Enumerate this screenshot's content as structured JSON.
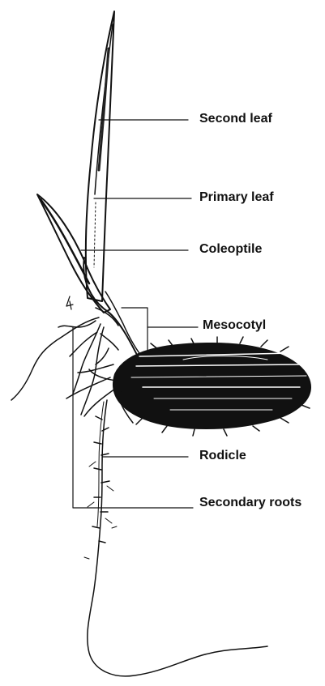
{
  "labels": {
    "second_leaf": "Second leaf",
    "primary_leaf": "Primary leaf",
    "coleoptile": "Coleoptile",
    "mesocotyl": "Mesocotyl",
    "rodicle": "Rodicle",
    "secondary_roots": "Secondary roots"
  },
  "colors": {
    "ink": "#111111",
    "background": "#ffffff"
  }
}
